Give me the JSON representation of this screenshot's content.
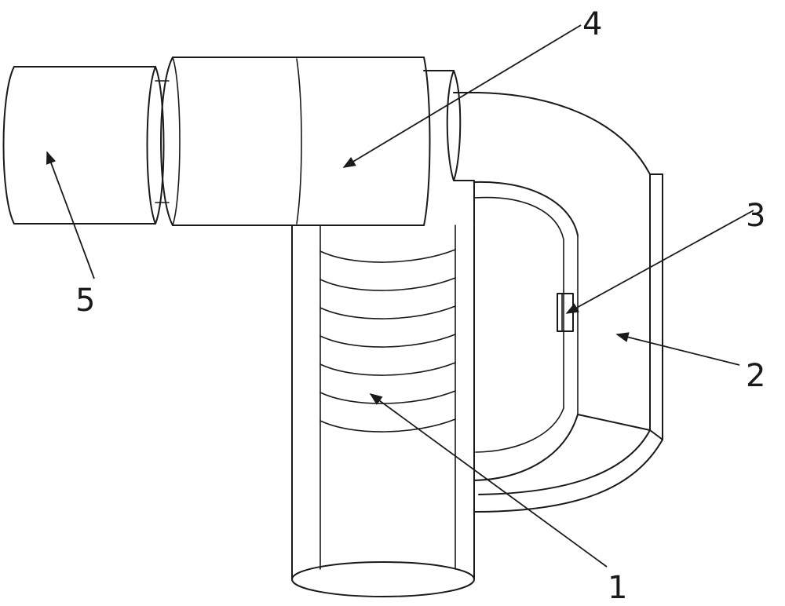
{
  "figure": {
    "callouts": [
      {
        "id": "1",
        "label": "1"
      },
      {
        "id": "2",
        "label": "2"
      },
      {
        "id": "3",
        "label": "3"
      },
      {
        "id": "4",
        "label": "4"
      },
      {
        "id": "5",
        "label": "5"
      }
    ]
  },
  "colors": {
    "line": "#1a1a1a",
    "background": "#ffffff"
  }
}
